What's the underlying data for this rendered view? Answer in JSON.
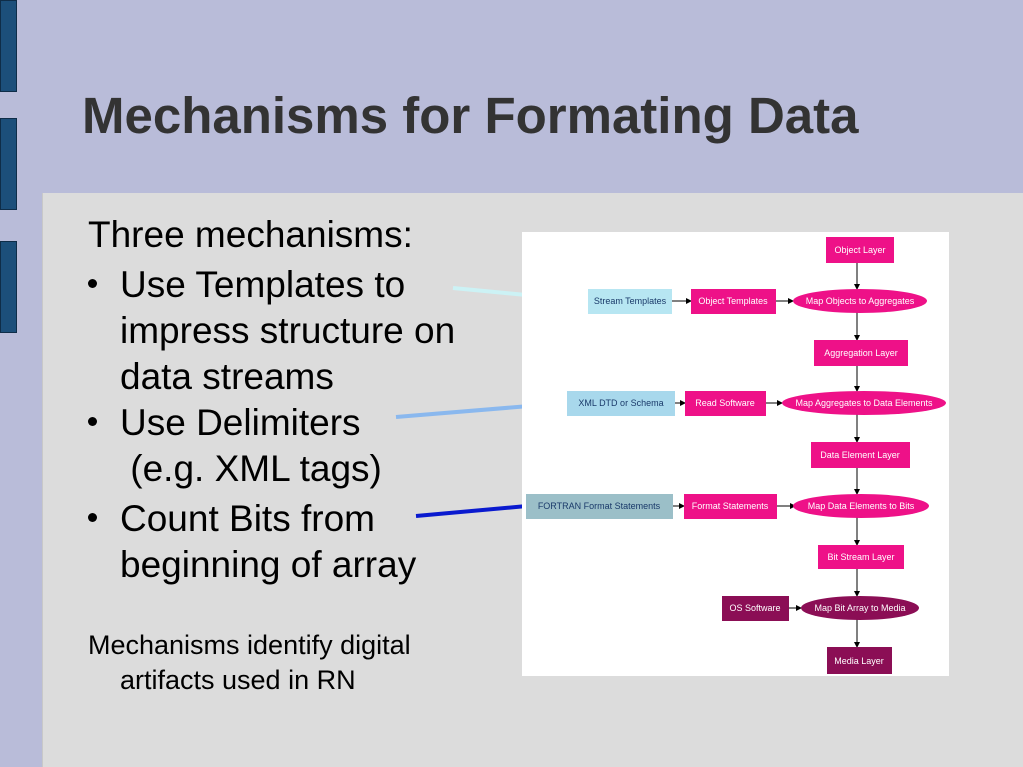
{
  "slide": {
    "title": "Mechanisms for Formating Data",
    "intro": "Three mechanisms:",
    "bullets": [
      {
        "lines": [
          "Use Templates to",
          "impress structure on",
          "data streams"
        ]
      },
      {
        "lines": [
          "Use Delimiters",
          " (e.g. XML tags)"
        ]
      },
      {
        "lines": [
          "Count Bits from",
          "beginning of array"
        ]
      }
    ],
    "note": {
      "line1": "Mechanisms identify digital",
      "line2": "artifacts used in RN"
    },
    "colors": {
      "background": "#b9bcd9",
      "panel": "#dcdcdc",
      "tab": "#1c4f7a",
      "connector1": "#ccf2f5",
      "connector2": "#8ab8ee",
      "connector3": "#0a1acf"
    }
  },
  "diagram": {
    "layers": [
      "Object Layer",
      "Aggregation Layer",
      "Data Element Layer",
      "Bit Stream Layer",
      "Media Layer"
    ],
    "mappings": [
      "Map Objects to Aggregates",
      "Map Aggregates to Data Elements",
      "Map Data Elements to Bits",
      "Map Bit Array to Media"
    ],
    "mechanisms": [
      "Object Templates",
      "Read Software",
      "Format Statements",
      "OS Software"
    ],
    "sources": [
      "Stream Templates",
      "XML DTD or Schema",
      "FORTRAN Format Statements"
    ],
    "colors": {
      "layer": "#ee1188",
      "layer_dark": "#8b0e55",
      "source_light": "#b7e6f2",
      "source_mid": "#a8d8ec",
      "source_gray": "#9bbfc8"
    }
  }
}
